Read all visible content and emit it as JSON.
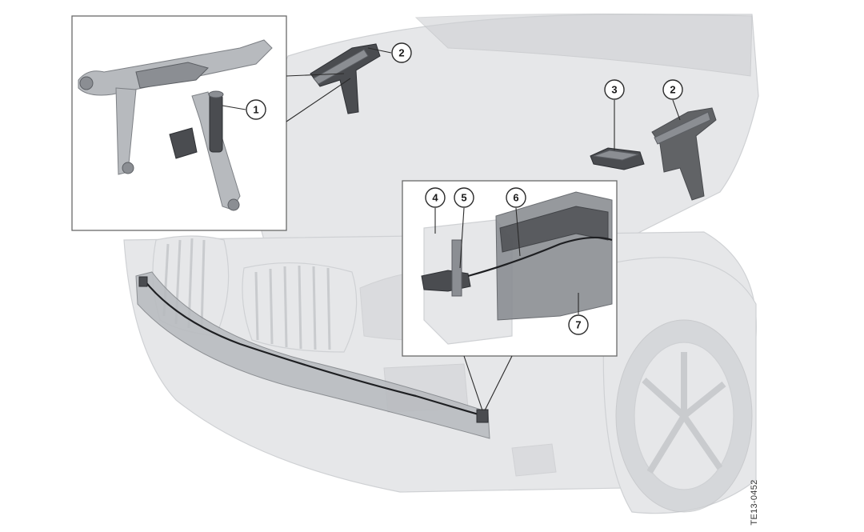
{
  "callouts": {
    "c1": "1",
    "c2a": "2",
    "c2b": "2",
    "c3": "3",
    "c4": "4",
    "c5": "5",
    "c6": "6",
    "c7": "7"
  },
  "document_code": "TE13-0452",
  "colors": {
    "car_body": "#e6e7e9",
    "part_dark": "#4a4c50",
    "cable": "#1e1f22",
    "frame": "#6a6a6a"
  }
}
